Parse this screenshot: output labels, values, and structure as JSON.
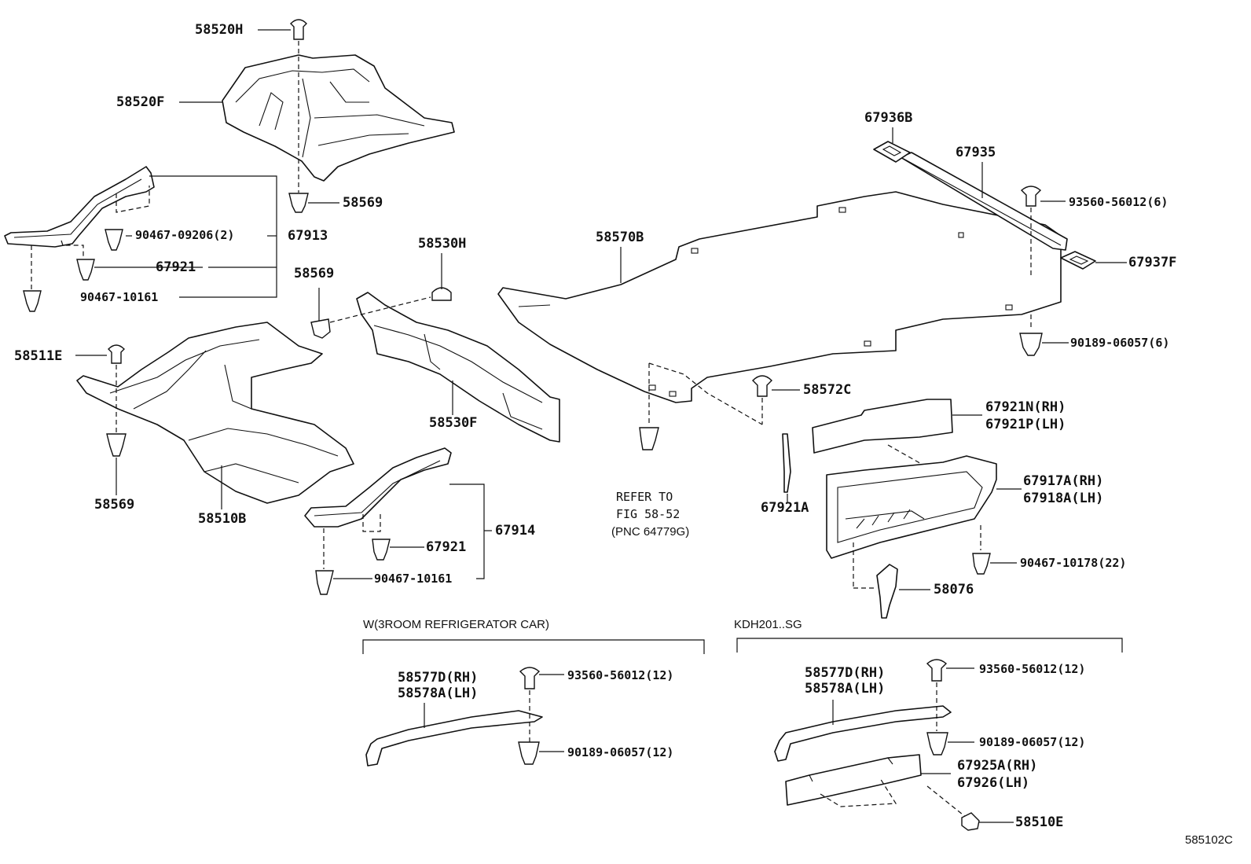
{
  "figure_id": "585102C",
  "sections": {
    "refrigerator": "W(3ROOM REFRIGERATOR CAR)",
    "kdh": "KDH201..SG"
  },
  "refer_note": {
    "line1": "REFER TO",
    "line2": "FIG 58-52",
    "line3": "(PNC 64779G)"
  },
  "labels": {
    "p58520H": "58520H",
    "p58520F": "58520F",
    "p58569a": "58569",
    "p90467_09206": "90467-09206(2)",
    "p67913": "67913",
    "p67921a": "67921",
    "p90467_10161a": "90467-10161",
    "p58530H": "58530H",
    "p58569b": "58569",
    "p58511E": "58511E",
    "p58569c": "58569",
    "p58510B": "58510B",
    "p58530F": "58530F",
    "p67921b": "67921",
    "p67914": "67914",
    "p90467_10161b": "90467-10161",
    "p67936B": "67936B",
    "p67935": "67935",
    "p93560_6": "93560-56012(6)",
    "p67937F": "67937F",
    "p58570B": "58570B",
    "p90189_6": "90189-06057(6)",
    "p58572C": "58572C",
    "p67921N": "67921N(RH)",
    "p67921P": "67921P(LH)",
    "p67917A": "67917A(RH)",
    "p67918A": "67918A(LH)",
    "p67921A": "67921A",
    "p90467_10178": "90467-10178(22)",
    "p58076": "58076",
    "p58577D_a": "58577D(RH)",
    "p58578A_a": "58578A(LH)",
    "p93560_12a": "93560-56012(12)",
    "p90189_12a": "90189-06057(12)",
    "p58577D_b": "58577D(RH)",
    "p58578A_b": "58578A(LH)",
    "p93560_12b": "93560-56012(12)",
    "p90189_12b": "90189-06057(12)",
    "p67925A": "67925A(RH)",
    "p67926": "67926(LH)",
    "p58510E": "58510E"
  }
}
